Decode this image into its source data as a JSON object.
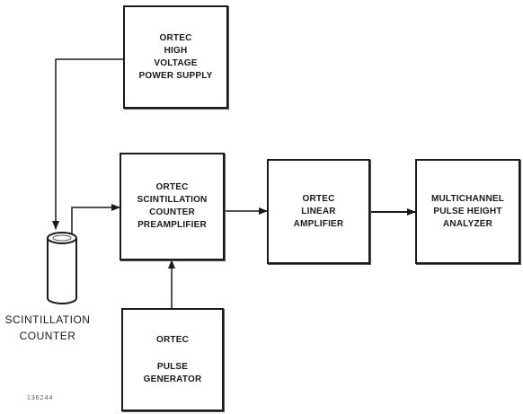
{
  "blocks": {
    "high_voltage": [
      "ORTEC",
      "HIGH",
      "VOLTAGE",
      "POWER SUPPLY"
    ],
    "preamplifier": [
      "ORTEC",
      "SCINTILLATION",
      "COUNTER",
      "PREAMPLIFIER"
    ],
    "linear_amplifier": [
      "ORTEC",
      "LINEAR",
      "AMPLIFIER"
    ],
    "analyzer": [
      "MULTICHANNEL",
      "PULSE HEIGHT",
      "ANALYZER"
    ],
    "pulse_generator": [
      "ORTEC",
      "PULSE",
      "GENERATOR"
    ]
  },
  "detector_label": [
    "SCINTILLATION",
    "COUNTER"
  ],
  "figure_id": "136244"
}
